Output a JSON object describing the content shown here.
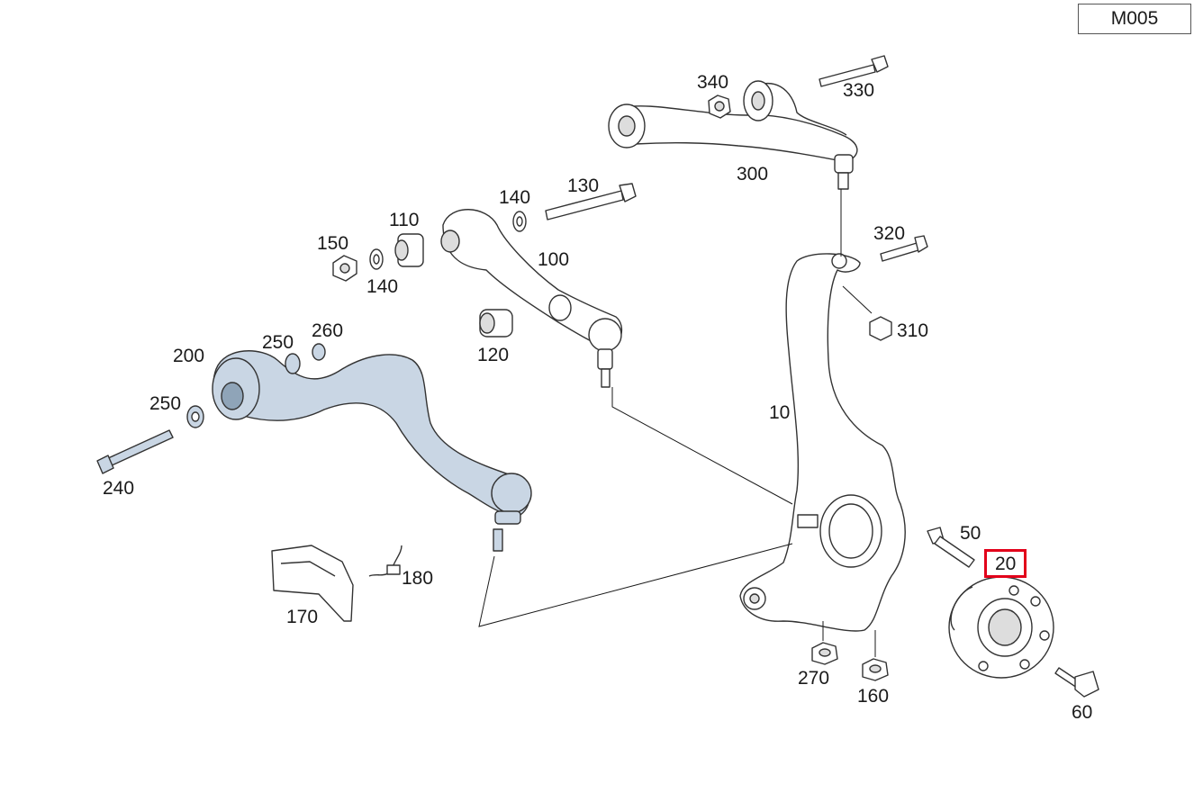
{
  "page_code": "M005",
  "callouts": {
    "c10": "10",
    "c20": "20",
    "c50": "50",
    "c60": "60",
    "c100": "100",
    "c110": "110",
    "c120": "120",
    "c130": "130",
    "c140a": "140",
    "c140b": "140",
    "c150": "150",
    "c160": "160",
    "c170": "170",
    "c180": "180",
    "c200": "200",
    "c240": "240",
    "c250a": "250",
    "c250b": "250",
    "c260": "260",
    "c270": "270",
    "c300": "300",
    "c310": "310",
    "c320": "320",
    "c330": "330",
    "c340": "340"
  },
  "selected_callout": "20",
  "colors": {
    "highlight": "#e2001a",
    "line": "#1a1a1a",
    "part_fill": "#c9d6e4",
    "part_stroke": "#333333"
  }
}
